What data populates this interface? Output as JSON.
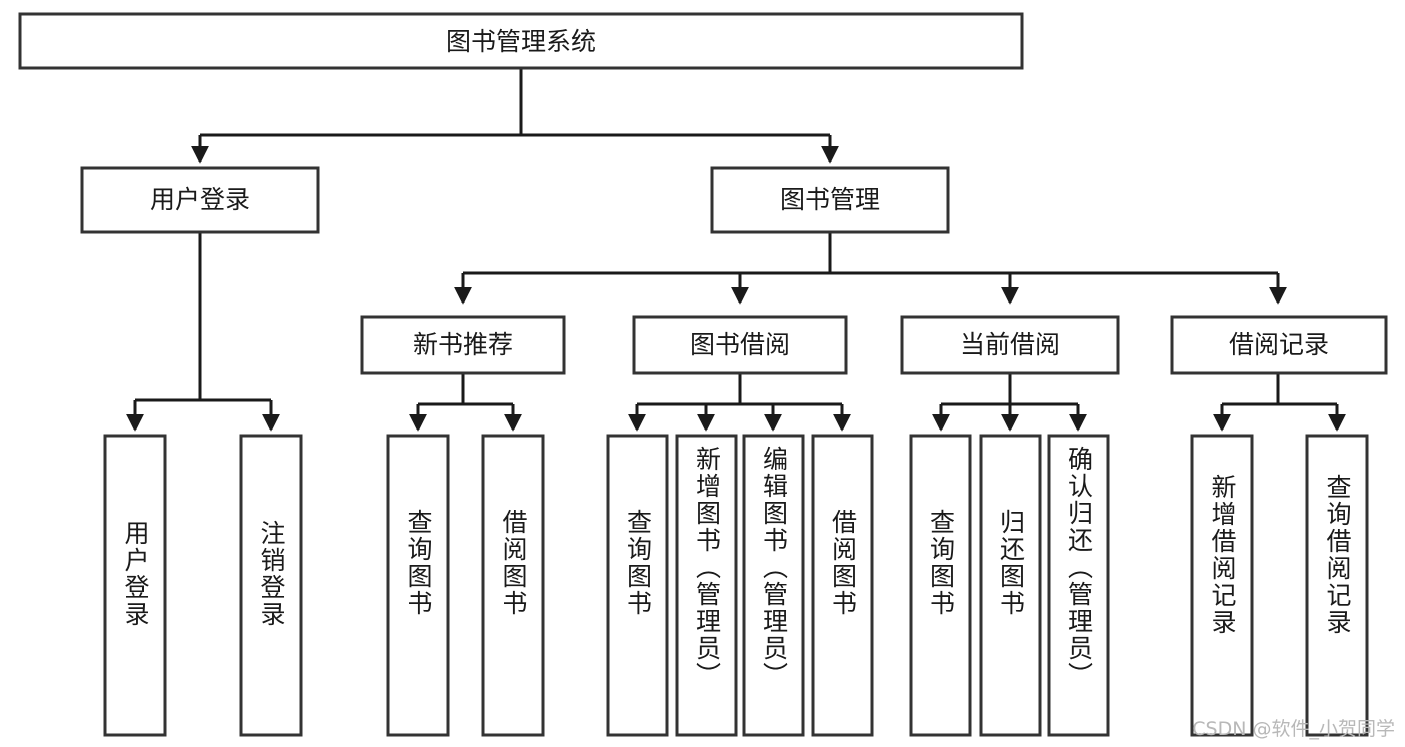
{
  "diagram": {
    "type": "tree-hierarchy",
    "title": "图书管理系统",
    "watermark": "CSDN @软件_小贺同学",
    "colors": {
      "box_stroke": "#333333",
      "box_fill": "#ffffff",
      "connector": "#1a1a1a",
      "text": "#1a1a1a",
      "watermark": "#b8b8b8",
      "background": "#ffffff"
    },
    "root": {
      "label": "图书管理系统"
    },
    "level2": [
      {
        "label": "用户登录"
      },
      {
        "label": "图书管理"
      }
    ],
    "level3": [
      {
        "label": "新书推荐"
      },
      {
        "label": "图书借阅"
      },
      {
        "label": "当前借阅"
      },
      {
        "label": "借阅记录"
      }
    ],
    "leaves": {
      "user_login": [
        {
          "label": "用户登录"
        },
        {
          "label": "注销登录"
        }
      ],
      "new_book_recommend": [
        {
          "label": "查询图书"
        },
        {
          "label": "借阅图书"
        }
      ],
      "book_borrow": [
        {
          "label": "查询图书"
        },
        {
          "label": "新增图书（管理员）"
        },
        {
          "label": "编辑图书（管理员）"
        },
        {
          "label": "借阅图书"
        }
      ],
      "current_borrow": [
        {
          "label": "查询图书"
        },
        {
          "label": "归还图书"
        },
        {
          "label": "确认归还（管理员）"
        }
      ],
      "borrow_record": [
        {
          "label": "新增借阅记录"
        },
        {
          "label": "查询借阅记录"
        }
      ]
    }
  }
}
